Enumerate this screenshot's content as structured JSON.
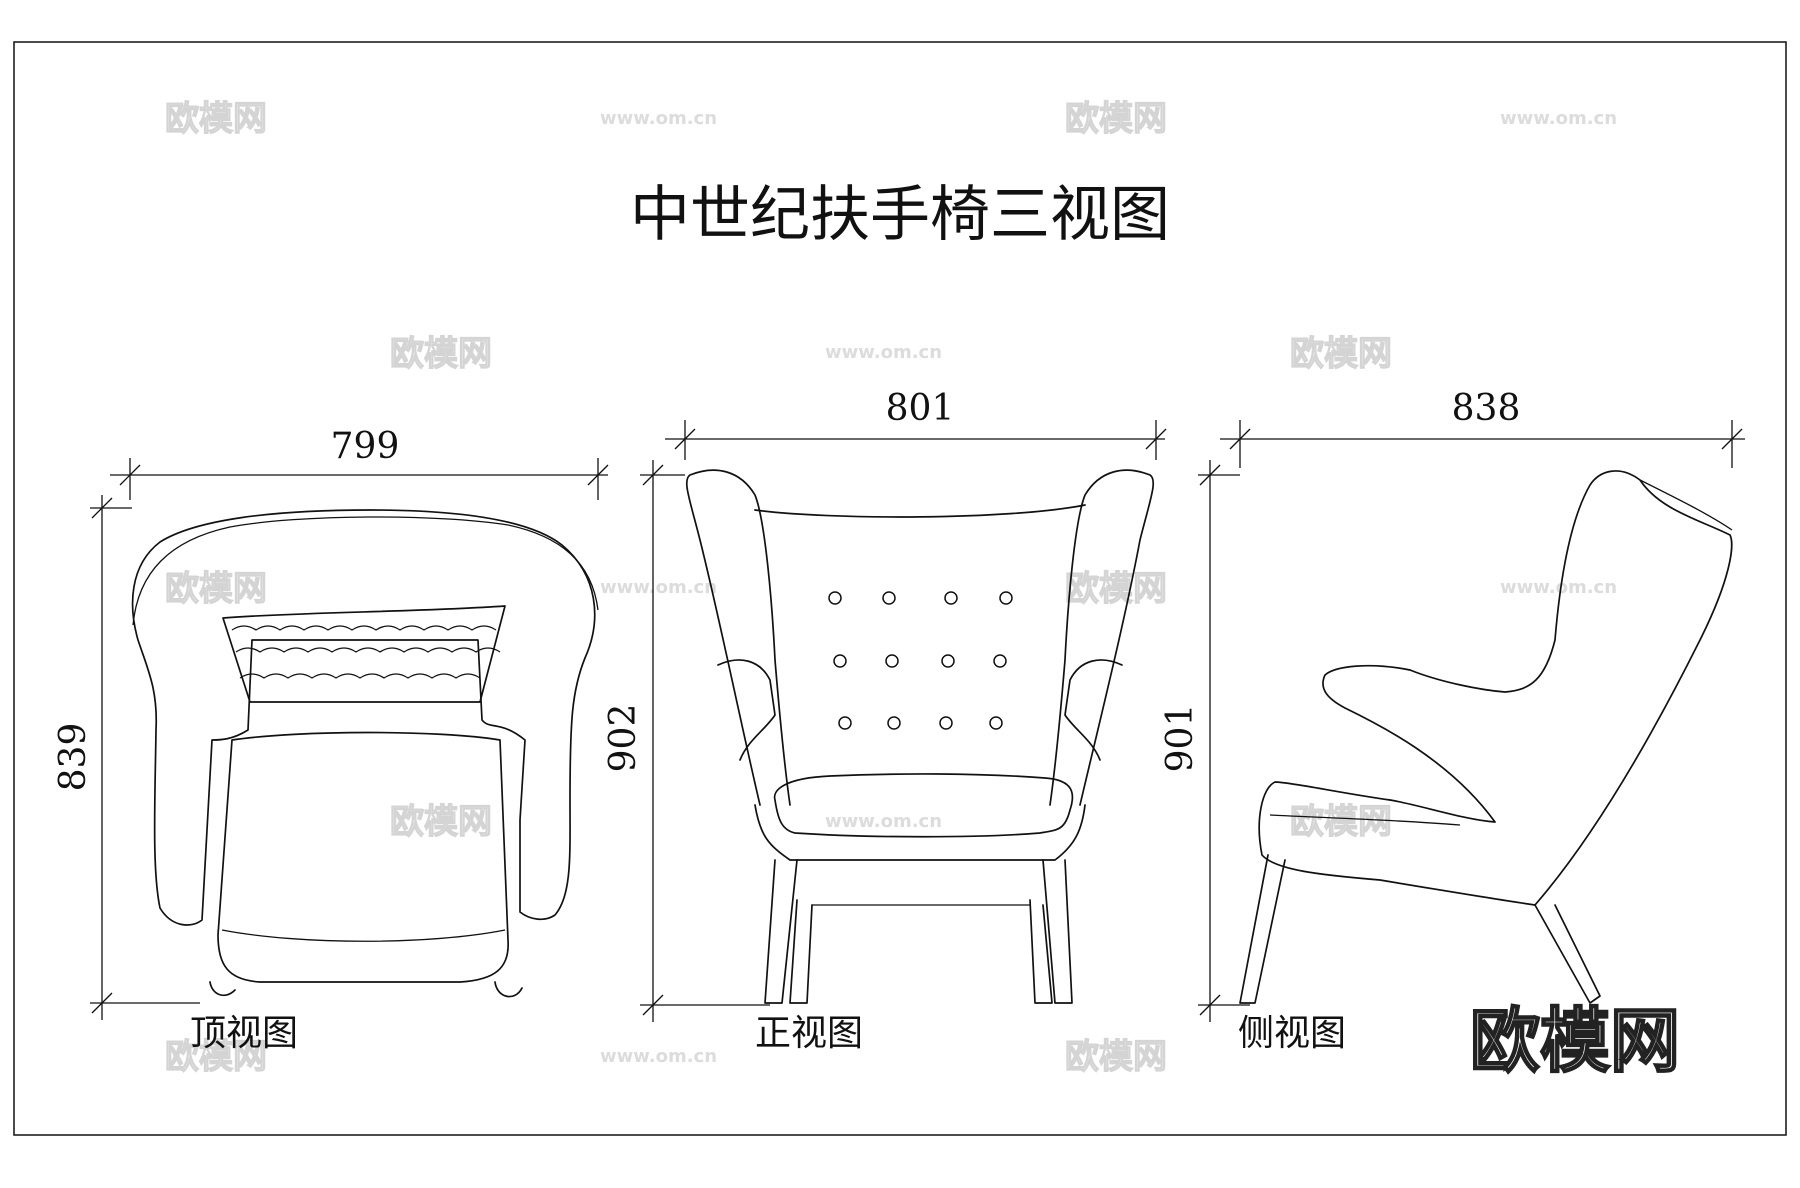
{
  "title": "中世纪扶手椅三视图",
  "views": {
    "top": {
      "label": "顶视图",
      "width": "799",
      "depth": "839"
    },
    "front": {
      "label": "正视图",
      "width": "801",
      "height": "902"
    },
    "side": {
      "label": "侧视图",
      "width": "838",
      "height": "901"
    }
  },
  "logo": "欧模网",
  "watermark": {
    "brand": "欧模网",
    "url": "www.om.cn"
  },
  "colors": {
    "line": "#111111",
    "watermark": "#d4d4d4",
    "background": "#ffffff"
  }
}
